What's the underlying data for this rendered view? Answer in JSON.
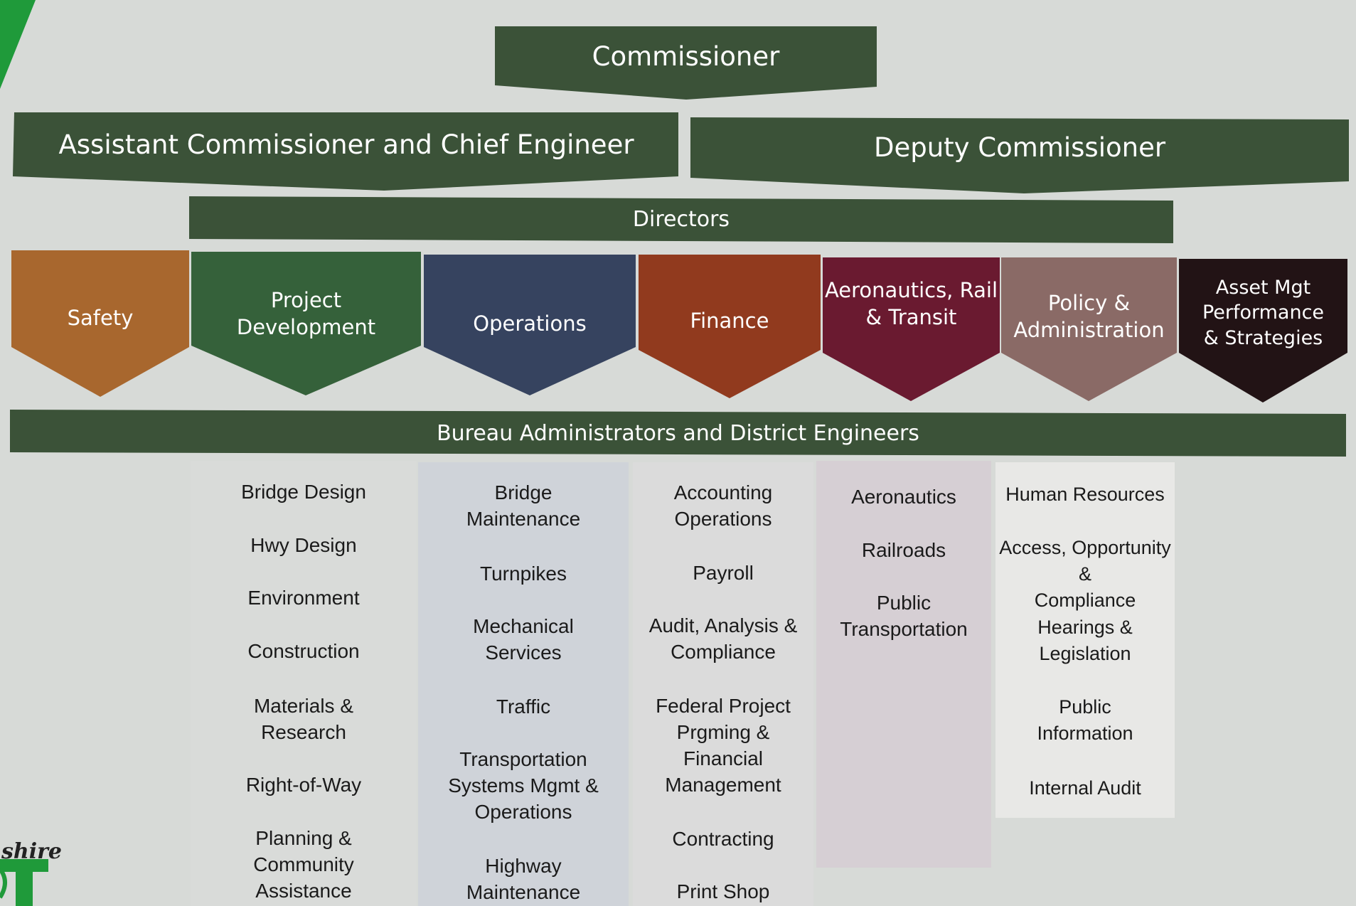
{
  "colors": {
    "header_green": "#3b5238",
    "safety": "#a8672e",
    "project_development": "#35613a",
    "operations": "#36435f",
    "finance": "#913a1e",
    "aeronautics": "#6a1a30",
    "policy": "#8a6a66",
    "asset": "#221315",
    "logo_green": "#1f9a3a"
  },
  "header": {
    "commissioner": "Commissioner",
    "assistant_commissioner": "Assistant Commissioner and Chief Engineer",
    "deputy_commissioner": "Deputy Commissioner",
    "directors": "Directors",
    "bureau": "Bureau Administrators and District Engineers"
  },
  "divisions": [
    {
      "label": "Safety"
    },
    {
      "label": "Project\nDevelopment"
    },
    {
      "label": "Operations"
    },
    {
      "label": "Finance"
    },
    {
      "label": "Aeronautics, Rail\n& Transit"
    },
    {
      "label": "Policy &\nAdministration"
    },
    {
      "label": "Asset Mgt\nPerformance\n& Strategies"
    }
  ],
  "columns": [
    {
      "name": "project-development-bureaus",
      "items": [
        "Bridge Design",
        "Hwy Design",
        "Environment",
        "Construction",
        "Materials &\nResearch",
        "Right-of-Way",
        "Planning &\nCommunity\nAssistance"
      ]
    },
    {
      "name": "operations-bureaus",
      "items": [
        "Bridge\nMaintenance",
        "Turnpikes",
        "Mechanical\nServices",
        "Traffic",
        "Transportation\nSystems Mgmt &\nOperations",
        "Highway\nMaintenance"
      ]
    },
    {
      "name": "finance-bureaus",
      "items": [
        "Accounting\nOperations",
        "Payroll",
        "Audit, Analysis &\nCompliance",
        "Federal Project\nPrgming &\nFinancial\nManagement",
        "Contracting",
        "Print Shop"
      ]
    },
    {
      "name": "aeronautics-bureaus",
      "items": [
        "Aeronautics",
        "Railroads",
        "Public\nTransportation"
      ]
    },
    {
      "name": "policy-bureaus",
      "items": [
        "Human Resources",
        "Access, Opportunity &\nCompliance",
        "Hearings &\nLegislation",
        "Public\nInformation",
        "Internal Audit"
      ]
    }
  ],
  "logo": {
    "script_text": "shire",
    "letter": "T"
  }
}
